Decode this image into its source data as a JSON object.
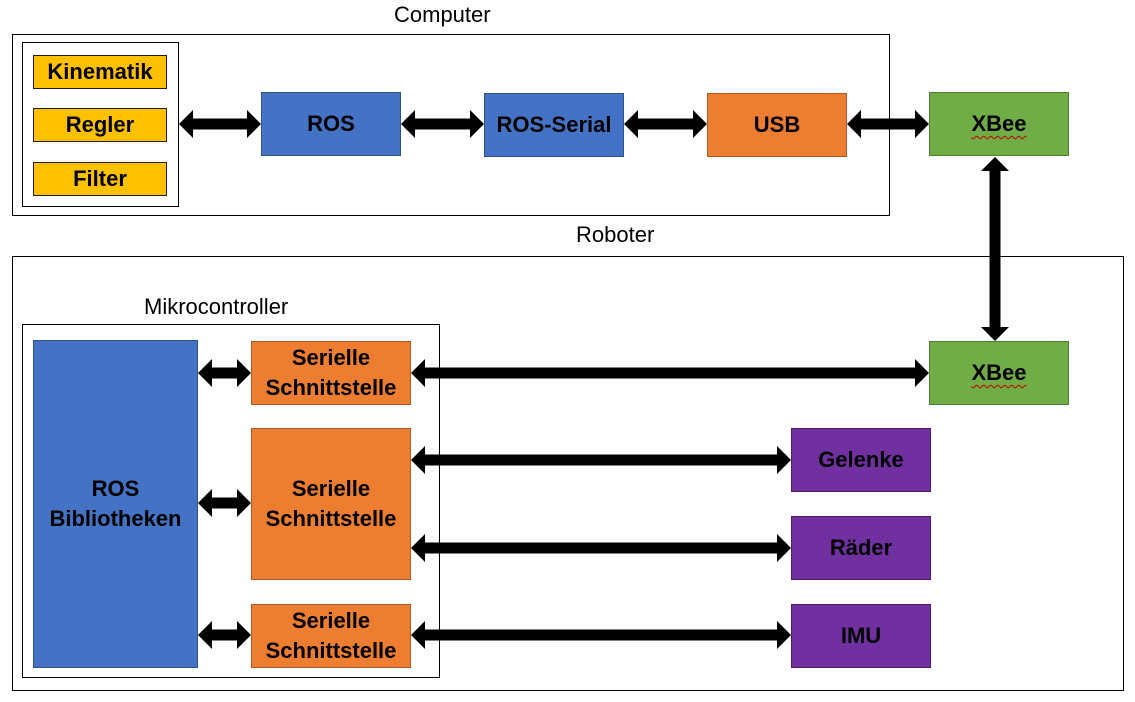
{
  "computer": {
    "caption": "Computer",
    "items": [
      "Kinematik",
      "Regler",
      "Filter"
    ],
    "ros": "ROS",
    "ros_serial": "ROS-Serial",
    "usb": "USB",
    "xbee": "XBee"
  },
  "robot": {
    "caption": "Roboter",
    "xbee": "XBee",
    "mcu": {
      "caption": "Mikrocontroller",
      "libs": "ROS\nBibliotheken",
      "serial_1": "Serielle\nSchnittstelle",
      "serial_2": "Serielle\nSchnittstelle",
      "serial_3": "Serielle\nSchnittstelle"
    },
    "joints": "Gelenke",
    "wheels": "Räder",
    "imu": "IMU"
  },
  "colors": {
    "ros_blue": "#4472c4",
    "serial_orange": "#ed7d31",
    "xbee_green": "#70ad47",
    "device_purple": "#7030a0",
    "module_yellow": "#ffc000"
  }
}
